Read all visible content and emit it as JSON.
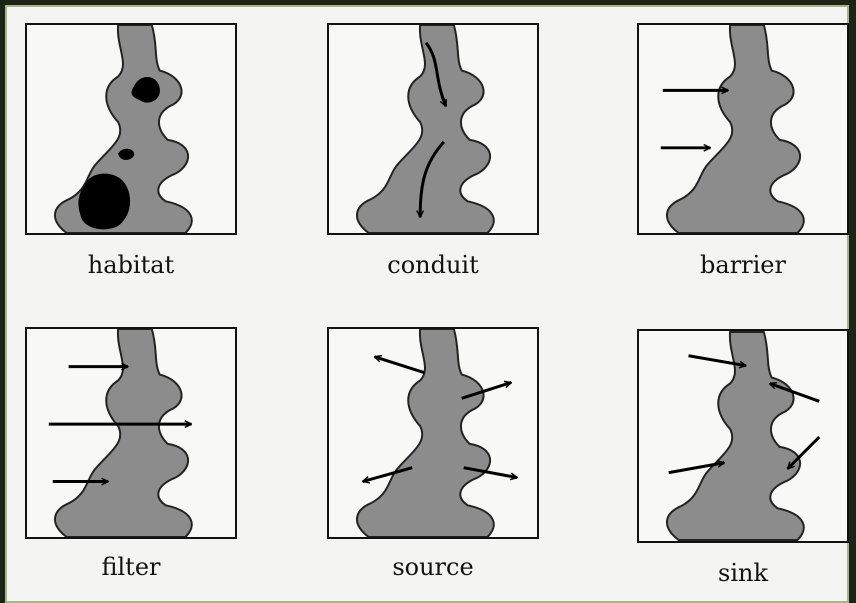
{
  "colors": {
    "corridor": "#8c8c8c",
    "patch": "#000000",
    "arrow": "#000000",
    "frame": "#111111",
    "background": "#f4f4f2"
  },
  "panels": [
    {
      "id": "habitat",
      "label": "habitat",
      "arrows": 0
    },
    {
      "id": "conduit",
      "label": "conduit",
      "arrows": 2
    },
    {
      "id": "barrier",
      "label": "barrier",
      "arrows": 2
    },
    {
      "id": "filter",
      "label": "filter",
      "arrows": 3
    },
    {
      "id": "source",
      "label": "source",
      "arrows": 4
    },
    {
      "id": "sink",
      "label": "sink",
      "arrows": 4
    }
  ]
}
